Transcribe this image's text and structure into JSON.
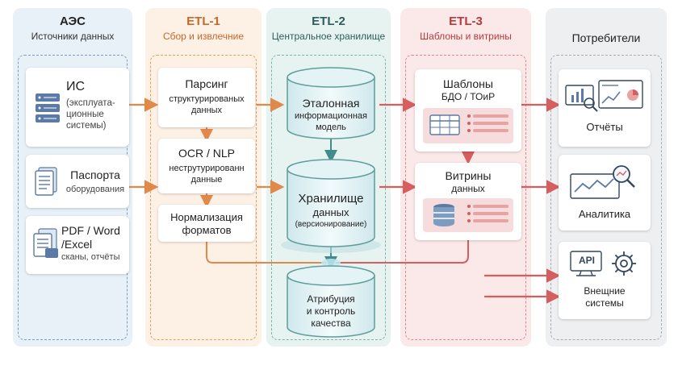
{
  "columns": {
    "aes": {
      "title": "АЭС",
      "subtitle": "Источники данных"
    },
    "etl1": {
      "title": "ETL-1",
      "subtitle": "Сбор и извлечние"
    },
    "etl2": {
      "title": "ETL-2",
      "subtitle": "Центральное хранилище"
    },
    "etl3": {
      "title": "ETL-3",
      "subtitle": "Шаблоны и витрины"
    },
    "consumers": {
      "title": "Потребители"
    }
  },
  "sources": {
    "is": {
      "title": "ИС",
      "sub1": "(эксплуата-",
      "sub2": "ционные",
      "sub3": "системы)"
    },
    "passports": {
      "title": "Паспорта",
      "sub": "оборудования"
    },
    "pdf": {
      "line1": "PDF / Word",
      "line2": "/Excel",
      "sub": "сканы, отчёты"
    }
  },
  "etl1": {
    "parsing": {
      "title": "Парсинг",
      "sub1": "структурированых",
      "sub2": "данных"
    },
    "ocr": {
      "title": "OCR / NLP",
      "sub1": "неструтурированн",
      "sub2": "данные"
    },
    "norm": {
      "line1": "Нормализация",
      "line2": "форматов"
    }
  },
  "etl2": {
    "model": {
      "title": "Эталонная",
      "sub1": "информационная",
      "sub2": "модель"
    },
    "storage": {
      "title": "Хранилище",
      "line2": "данных",
      "sub": "(версионирование)"
    },
    "quality": {
      "line1": "Атрибуция",
      "line2": "и контроль",
      "line3": "качества"
    }
  },
  "etl3": {
    "templates": {
      "title": "Шаблоны",
      "sub": "БДО / ТОиР"
    },
    "marts": {
      "title": "Витрины",
      "sub": "данных"
    }
  },
  "consumers": {
    "reports": {
      "label": "Отчёты"
    },
    "analytics": {
      "label": "Аналитика"
    },
    "external": {
      "icon_text": "API",
      "line1": "Внещние",
      "line2": "системы"
    }
  },
  "colors": {
    "aes_bg": "#e8f0f8",
    "aes_border": "#7d9cc0",
    "etl1_bg": "#fdf0e4",
    "etl1_border": "#e2a15c",
    "etl1_title": "#c8672a",
    "etl2_bg": "#e7f3f1",
    "etl2_border": "#7fb3ad",
    "etl3_bg": "#fbe9e9",
    "etl3_border": "#d98a8a",
    "etl3_title": "#b83a3a",
    "cons_bg": "#eeeff1",
    "cons_border": "#a7abb2",
    "orange_arrow": "#e0894a",
    "red_arrow": "#d65e5e",
    "teal_arrow": "#3f8c8a"
  }
}
